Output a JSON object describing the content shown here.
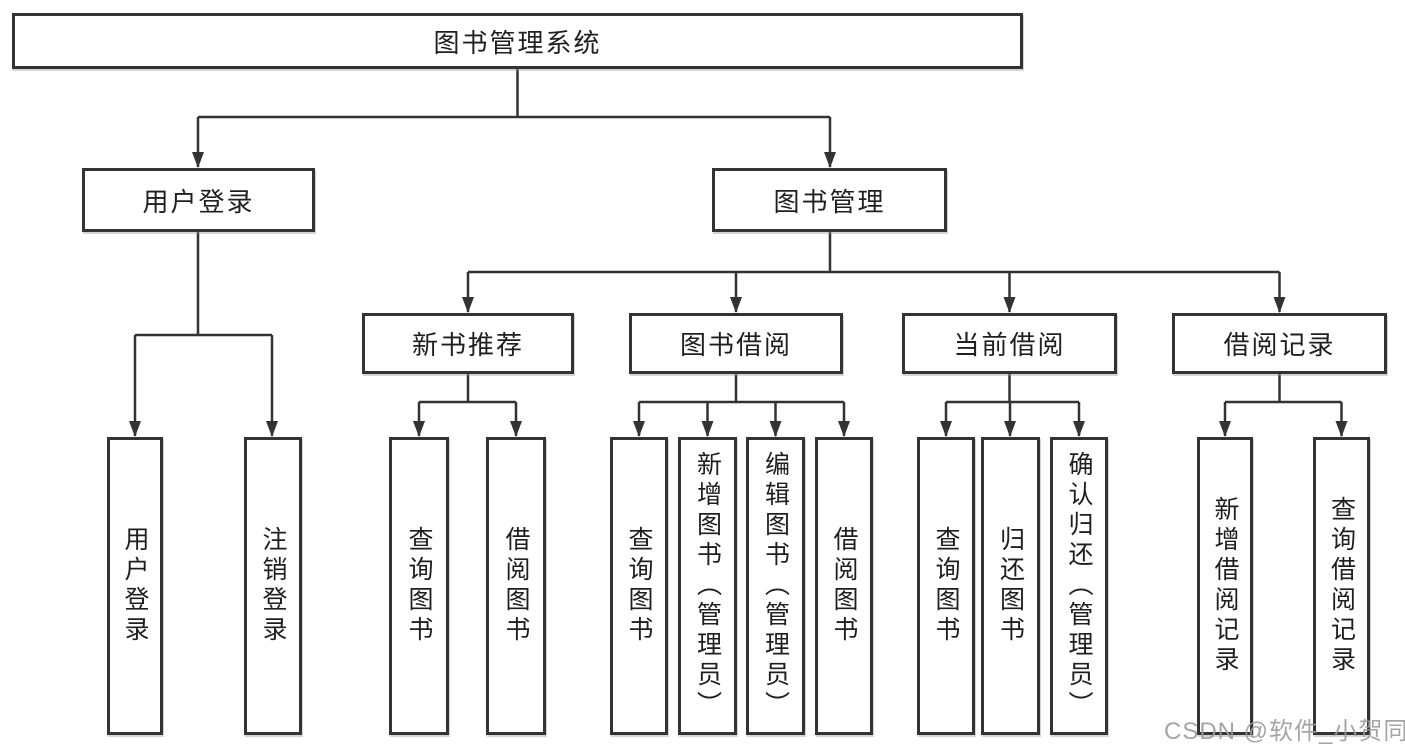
{
  "colors": {
    "line": "#333333",
    "border": "#333333",
    "text": "#1f1f1f",
    "watermark": "#9c9c9c",
    "background": "#ffffff"
  },
  "watermark": {
    "text": "CSDN @软件_小贺同学"
  },
  "diagram": {
    "root": {
      "label": "图书管理系统"
    },
    "children": [
      {
        "label": "用户登录",
        "children": [
          {
            "label": "用户登录"
          },
          {
            "label": "注销登录"
          }
        ]
      },
      {
        "label": "图书管理",
        "children": [
          {
            "label": "新书推荐",
            "children": [
              {
                "label": "查询图书"
              },
              {
                "label": "借阅图书"
              }
            ]
          },
          {
            "label": "图书借阅",
            "children": [
              {
                "label": "查询图书"
              },
              {
                "label": "新增图书（管理员）"
              },
              {
                "label": "编辑图书（管理员）"
              },
              {
                "label": "借阅图书"
              }
            ]
          },
          {
            "label": "当前借阅",
            "children": [
              {
                "label": "查询图书"
              },
              {
                "label": "归还图书"
              },
              {
                "label": "确认归还（管理员）"
              }
            ]
          },
          {
            "label": "借阅记录",
            "children": [
              {
                "label": "新增借阅记录"
              },
              {
                "label": "查询借阅记录"
              }
            ]
          }
        ]
      }
    ]
  }
}
